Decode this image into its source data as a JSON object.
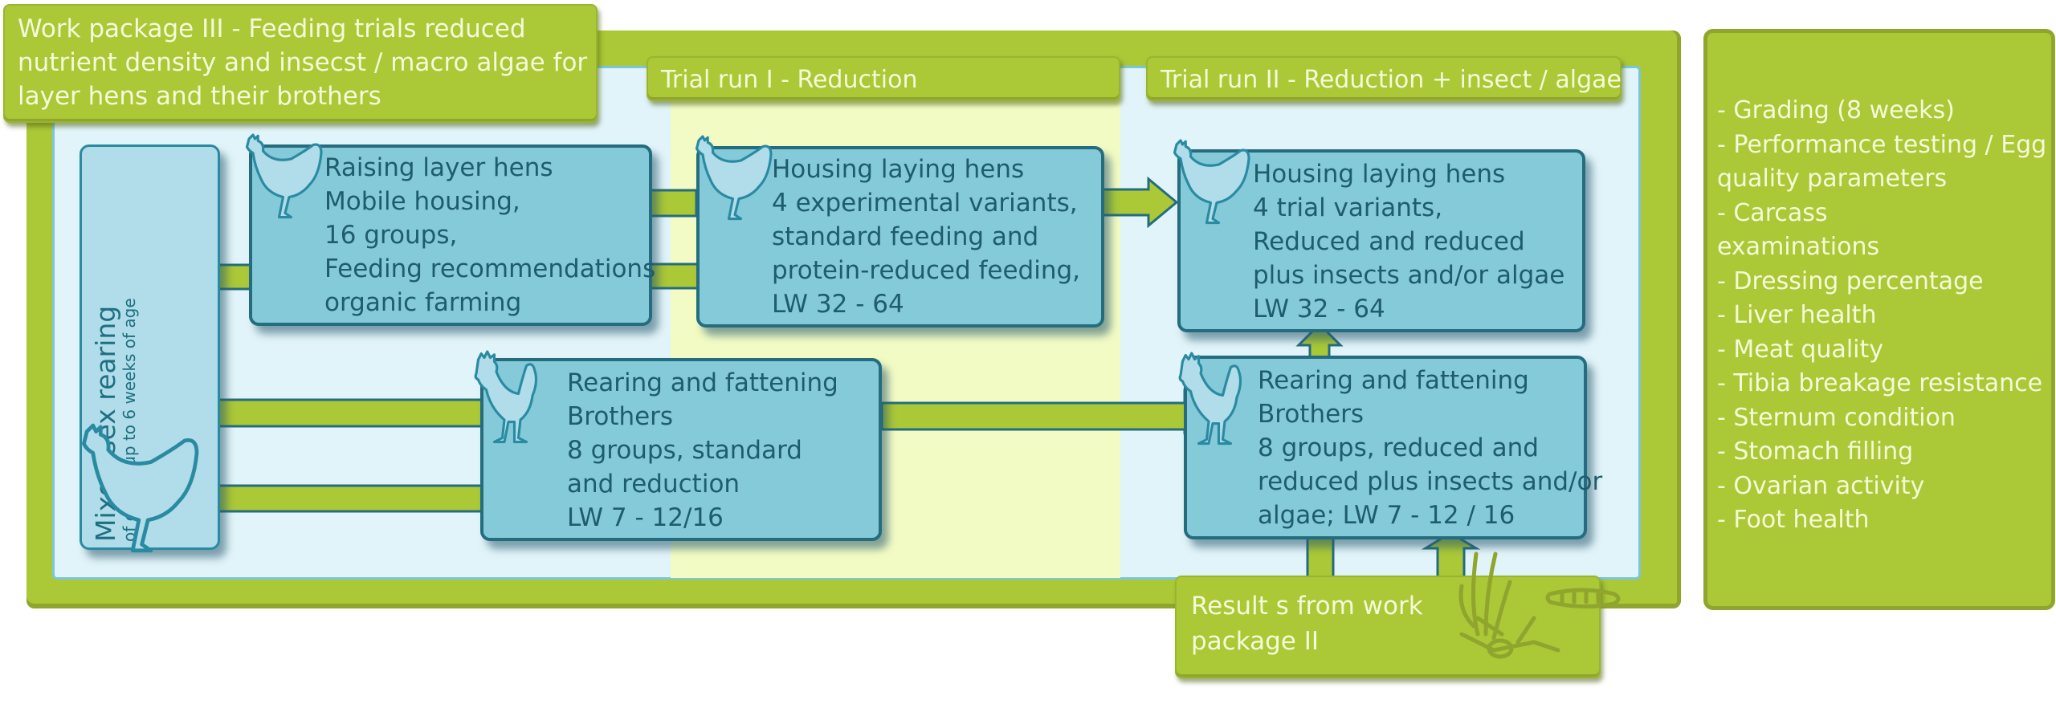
{
  "title": "Work package III - Feeding trials reduced nutrient density and insecst / macro algae for layer hens and their brothers",
  "title_lines": [
    "Work package III - Feeding trials reduced",
    "nutrient density and insecst / macro algae for",
    "layer hens and their brothers"
  ],
  "trial_runs": [
    {
      "label": "Trial run I - Reduction"
    },
    {
      "label": "Trial run  II - Reduction + insect / algae"
    }
  ],
  "mixed_rearing": {
    "title": "Mixed-sex rearing",
    "subtitle": "of chicks up to 6 weeks of age"
  },
  "boxes": {
    "raising_layer_hens": {
      "lines": [
        "Raising layer hens",
        "Mobile housing,",
        "16 groups,",
        "Feeding recommendations",
        "organic farming"
      ]
    },
    "housing_laying_hens_1": {
      "lines": [
        "Housing laying hens",
        "4 experimental variants,",
        "standard feeding and",
        "protein-reduced feeding,",
        "LW 32 - 64"
      ]
    },
    "housing_laying_hens_2": {
      "lines": [
        "Housing laying hens",
        "4 trial variants,",
        "Reduced and reduced",
        "plus insects and/or algae",
        "LW 32 - 64"
      ]
    },
    "rearing_brothers_1": {
      "lines": [
        "Rearing and fattening",
        "Brothers",
        "8 groups, standard",
        "and reduction",
        "LW 7 - 12/16"
      ]
    },
    "rearing_brothers_2": {
      "lines": [
        "Rearing and fattening",
        "Brothers",
        "8 groups, reduced and",
        "reduced plus insects and/or",
        "algae; LW 7 - 12 / 16"
      ]
    }
  },
  "wp2_results": {
    "lines": [
      "Result s from work",
      "package II"
    ]
  },
  "examinations": {
    "lines": [
      "- Grading (8 weeks)",
      "- Performance testing / Egg",
      "quality parameters",
      "- Carcass",
      "examinations",
      "- Dressing percentage",
      "- Liver health",
      "- Meat quality",
      "- Tibia breakage resistance",
      "- Sternum condition",
      "- Stomach filling",
      "- Ovarian activity",
      "- Foot health"
    ]
  },
  "colors": {
    "green": "#abc837",
    "green_dark": "#8fa52e",
    "blue_box": "#84cad9",
    "blue_border": "#256d7e",
    "light_blue_bg": "#e1f4f9",
    "trial1_bg": "#f2fbc4",
    "text_light": "#f4fbd8",
    "text_dark": "#1f5c6c"
  },
  "icons": {
    "hen": "hen-icon",
    "rooster": "rooster-icon",
    "insect_algae": "insect-algae-icon"
  }
}
